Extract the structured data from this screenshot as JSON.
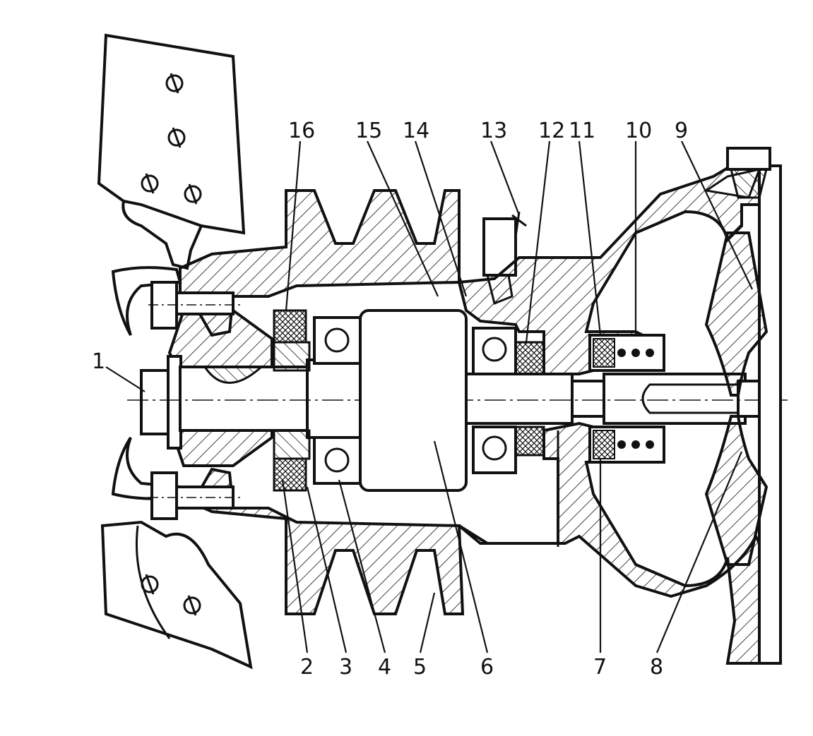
{
  "diagram": {
    "type": "mechanical-cross-section",
    "ink_color": "#111111",
    "paper_color": "#ffffff",
    "callouts_top": [
      {
        "id": "16",
        "label": "16"
      },
      {
        "id": "15",
        "label": "15"
      },
      {
        "id": "14",
        "label": "14"
      },
      {
        "id": "13",
        "label": "13"
      },
      {
        "id": "12",
        "label": "12"
      },
      {
        "id": "11",
        "label": "11"
      },
      {
        "id": "10",
        "label": "10"
      },
      {
        "id": "9",
        "label": "9"
      }
    ],
    "callouts_left": [
      {
        "id": "1",
        "label": "1"
      }
    ],
    "callouts_bottom": [
      {
        "id": "2",
        "label": "2"
      },
      {
        "id": "3",
        "label": "3"
      },
      {
        "id": "4",
        "label": "4"
      },
      {
        "id": "5",
        "label": "5"
      },
      {
        "id": "6",
        "label": "6"
      },
      {
        "id": "7",
        "label": "7"
      },
      {
        "id": "8",
        "label": "8"
      }
    ]
  }
}
